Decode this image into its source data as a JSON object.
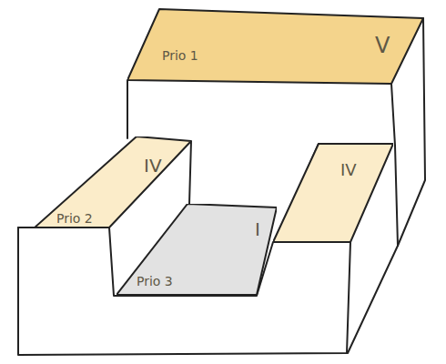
{
  "diagram": {
    "nodes": [
      {
        "text": [
          "Prio 1",
          "V"
        ]
      },
      {
        "text": [
          "IV",
          "Prio 2"
        ]
      },
      {
        "text": [
          "IV"
        ]
      },
      {
        "text": [
          "I",
          "Prio 3"
        ]
      }
    ]
  }
}
